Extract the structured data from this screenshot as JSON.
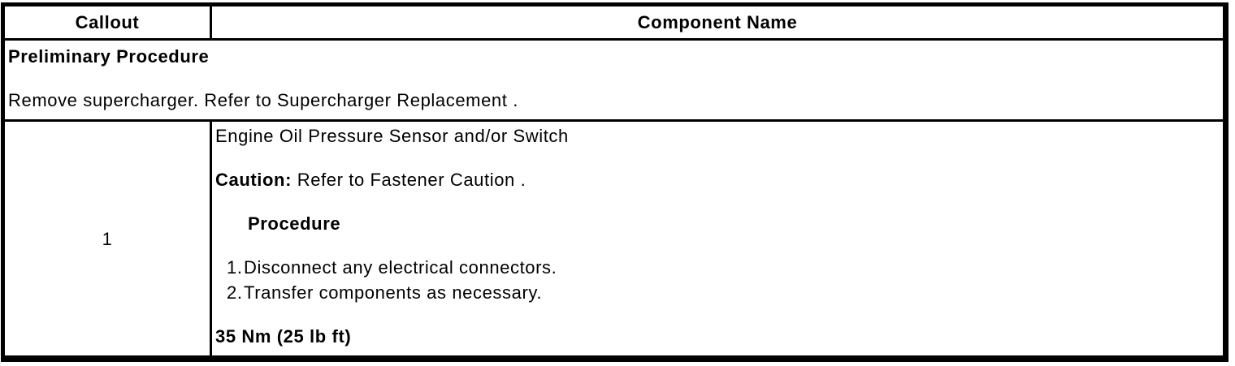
{
  "colors": {
    "text": "#000000",
    "border": "#000000",
    "background": "#ffffff"
  },
  "table": {
    "header": {
      "callout": "Callout",
      "component_name": "Component Name"
    },
    "preliminary": {
      "title": "Preliminary Procedure",
      "instruction": "Remove supercharger. Refer to Supercharger Replacement ."
    },
    "row1": {
      "callout": "1",
      "component_name": "Engine Oil Pressure Sensor and/or Switch",
      "caution_label": "Caution:",
      "caution_text": "Refer to Fastener Caution .",
      "procedure_heading": "Procedure",
      "steps": [
        {
          "num": "1.",
          "text": "Disconnect any electrical connectors."
        },
        {
          "num": "2.",
          "text": "Transfer components as necessary."
        }
      ],
      "torque_spec": "35 Nm (25 lb ft)"
    }
  }
}
